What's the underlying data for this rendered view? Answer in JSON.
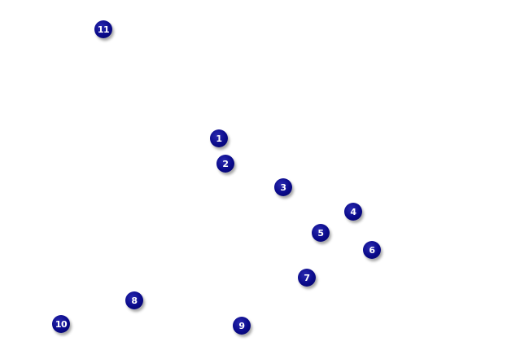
{
  "map": {
    "marker_color": "#0a0a8a",
    "label_color": "#ffffff",
    "markers": [
      {
        "label": "1"
      },
      {
        "label": "2"
      },
      {
        "label": "3"
      },
      {
        "label": "4"
      },
      {
        "label": "5"
      },
      {
        "label": "6"
      },
      {
        "label": "7"
      },
      {
        "label": "8"
      },
      {
        "label": "9"
      },
      {
        "label": "10"
      },
      {
        "label": "11"
      }
    ]
  }
}
